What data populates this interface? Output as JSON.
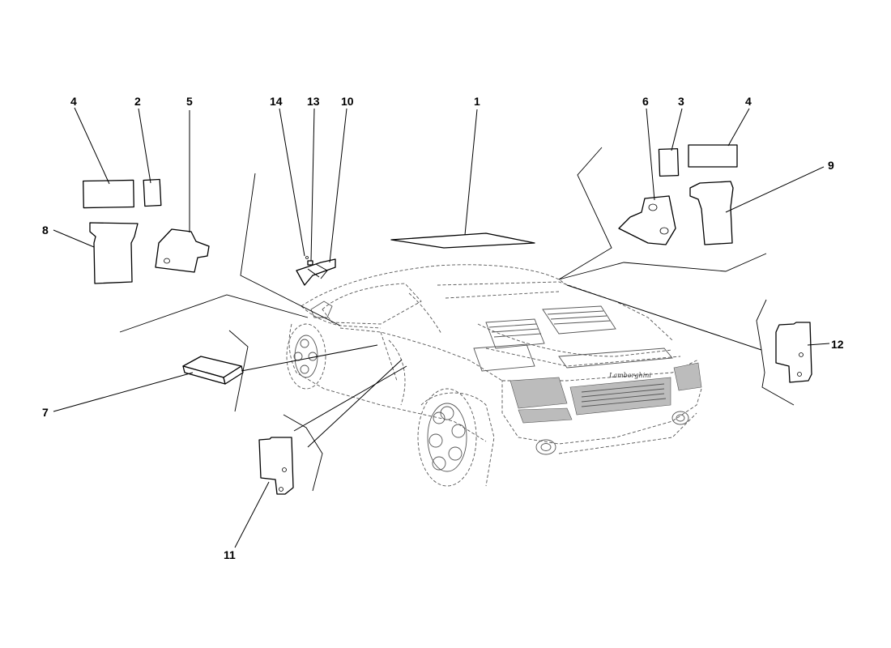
{
  "callouts": {
    "c1": "1",
    "c2": "2",
    "c3": "3",
    "c4a": "4",
    "c4b": "4",
    "c5": "5",
    "c6": "6",
    "c7": "7",
    "c8": "8",
    "c9": "9",
    "c10": "10",
    "c11": "11",
    "c12": "12",
    "c13": "13",
    "c14": "14"
  },
  "car_badge": "Lamborghini"
}
